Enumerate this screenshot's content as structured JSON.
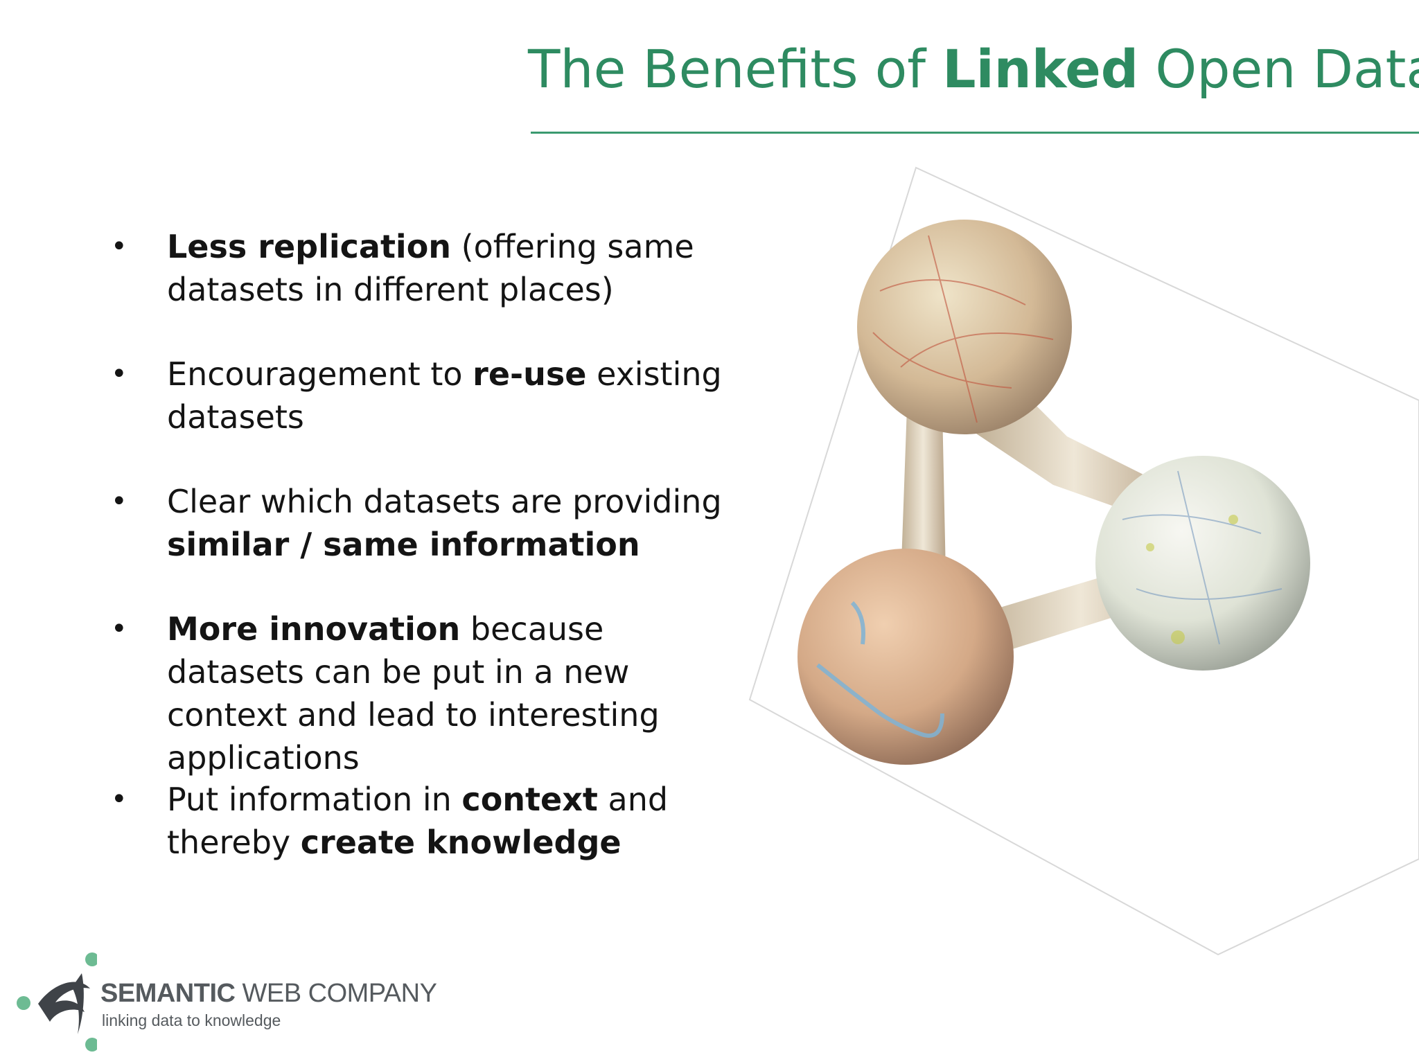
{
  "slide": {
    "title_pre": "The Benefits of ",
    "title_bold": "Linked",
    "title_post": " Open Data"
  },
  "bullets": [
    {
      "marker": "•",
      "bold1": "Less replication",
      "text1": " (offering same datasets in different places)",
      "bold2": "",
      "text2": ""
    },
    {
      "marker": "•",
      "bold1": "",
      "text1": "Encouragement to ",
      "bold2": "re-use",
      "text2": " existing datasets"
    },
    {
      "marker": "•",
      "bold1": "",
      "text1": "Clear which datasets are providing ",
      "bold2": "similar / same information",
      "text2": ""
    },
    {
      "marker": "•",
      "bold1": "More innovation",
      "text1": " because datasets can be put in a new context and lead to  interesting applications",
      "bold2": "",
      "text2": ""
    },
    {
      "marker": "•",
      "bold1": "",
      "text1": "Put information in ",
      "bold2": "context",
      "text2": " and thereby ",
      "bold3": "create knowledge"
    }
  ],
  "logo": {
    "name_bold": "SEMANTIC",
    "name_rest": " WEB COMPANY",
    "tagline": "linking data to knowledge",
    "accent_color": "#6dbb93"
  },
  "illustration": {
    "icon": "molecule-map-spheres-icon"
  }
}
